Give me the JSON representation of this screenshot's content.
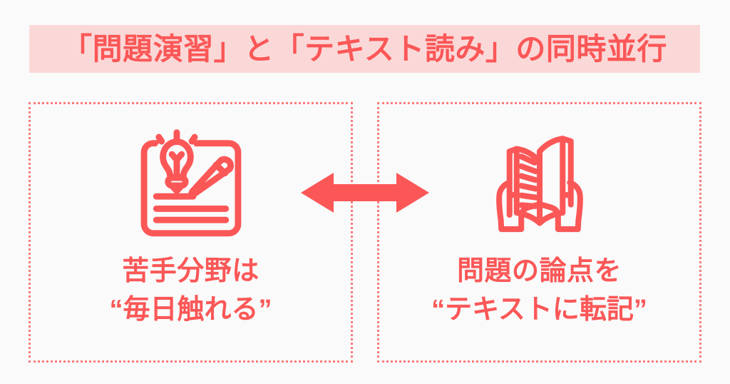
{
  "page": {
    "background_color": "#fafafa",
    "accent_color": "#fb5757",
    "banner_color": "#fbd8d8",
    "border_color": "#fb7b7b"
  },
  "banner": {
    "title": "「問題演習」と「テキスト読み」の同時並行"
  },
  "panels": [
    {
      "id": "left",
      "icon": "notepad-lightbulb-pencil-icon",
      "caption_line1": "苦手分野は",
      "caption_line2": "“毎日触れる”"
    },
    {
      "id": "right",
      "icon": "hands-holding-open-book-icon",
      "caption_line1": "問題の論点を",
      "caption_line2": "“テキストに転記”"
    }
  ],
  "connector": {
    "icon": "double-headed-arrow-icon",
    "direction": "bidirectional"
  }
}
